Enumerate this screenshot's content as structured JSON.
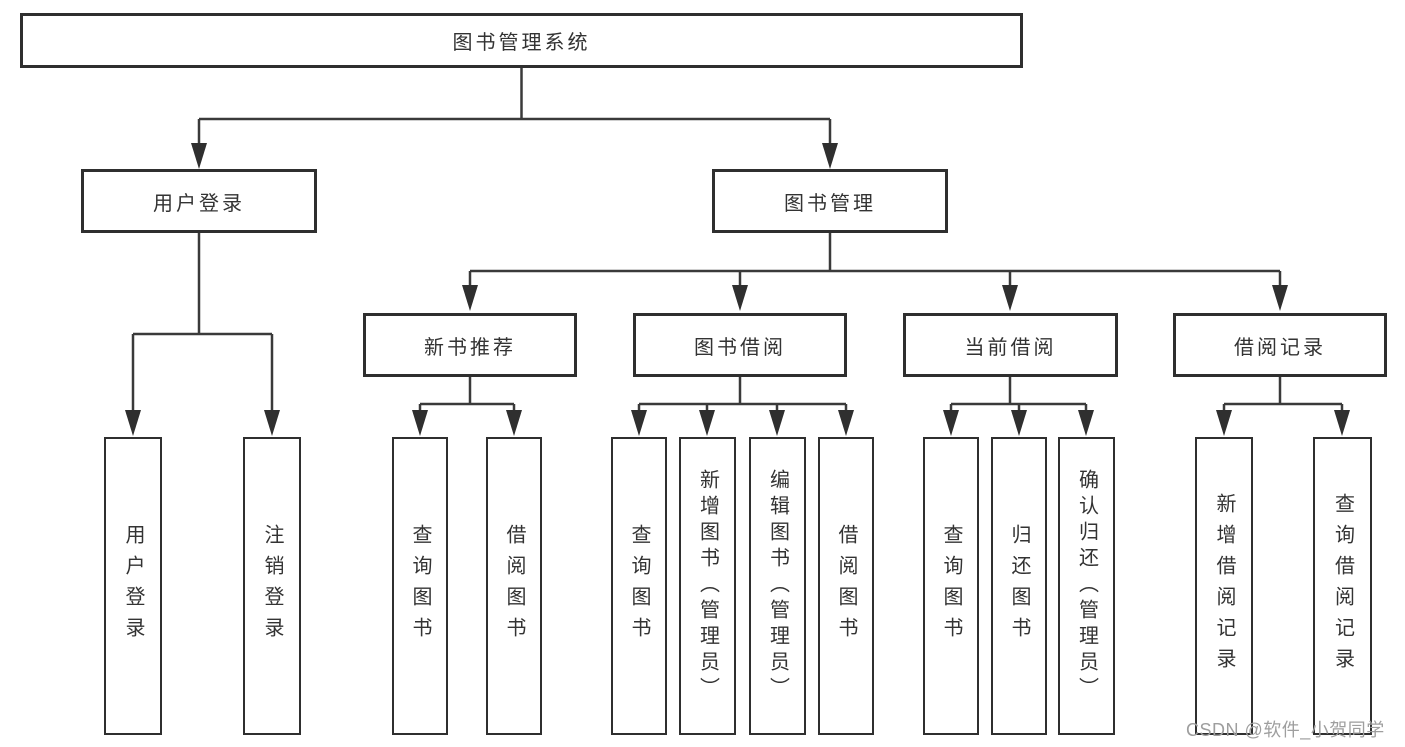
{
  "diagram": {
    "root": {
      "label": "图书管理系统"
    },
    "level2": [
      {
        "id": "user-login",
        "label": "用户登录",
        "parent": "图书管理系统"
      },
      {
        "id": "book-management",
        "label": "图书管理",
        "parent": "图书管理系统"
      }
    ],
    "level3": [
      {
        "id": "new-book-recommend",
        "label": "新书推荐",
        "parent": "图书管理"
      },
      {
        "id": "book-borrowing",
        "label": "图书借阅",
        "parent": "图书管理"
      },
      {
        "id": "current-borrowing",
        "label": "当前借阅",
        "parent": "图书管理"
      },
      {
        "id": "borrowing-records",
        "label": "借阅记录",
        "parent": "图书管理"
      }
    ],
    "leaves": [
      {
        "id": "user-login-leaf",
        "label": "用户登录",
        "parent": "用户登录"
      },
      {
        "id": "logout-leaf",
        "label": "注销登录",
        "parent": "用户登录"
      },
      {
        "id": "query-books-recommend",
        "label": "查询图书",
        "parent": "新书推荐"
      },
      {
        "id": "borrow-books-recommend",
        "label": "借阅图书",
        "parent": "新书推荐"
      },
      {
        "id": "query-books-borrowing",
        "label": "查询图书",
        "parent": "图书借阅"
      },
      {
        "id": "add-books-admin",
        "label": "新增图书（管理员）",
        "parent": "图书借阅"
      },
      {
        "id": "edit-books-admin",
        "label": "编辑图书（管理员）",
        "parent": "图书借阅"
      },
      {
        "id": "borrow-books",
        "label": "借阅图书",
        "parent": "图书借阅"
      },
      {
        "id": "query-books-current",
        "label": "查询图书",
        "parent": "当前借阅"
      },
      {
        "id": "return-books",
        "label": "归还图书",
        "parent": "当前借阅"
      },
      {
        "id": "confirm-return-admin",
        "label": "确认归还（管理员）",
        "parent": "当前借阅"
      },
      {
        "id": "add-borrow-record",
        "label": "新增借阅记录",
        "parent": "借阅记录"
      },
      {
        "id": "query-borrow-record",
        "label": "查询借阅记录",
        "parent": "借阅记录"
      }
    ],
    "watermark": "CSDN @软件_小贺同学",
    "colors": {
      "line": "#3a3a3a",
      "border": "#2f2f2f",
      "text": "#333333",
      "watermark": "#9e9e9e",
      "background": "#ffffff"
    }
  }
}
